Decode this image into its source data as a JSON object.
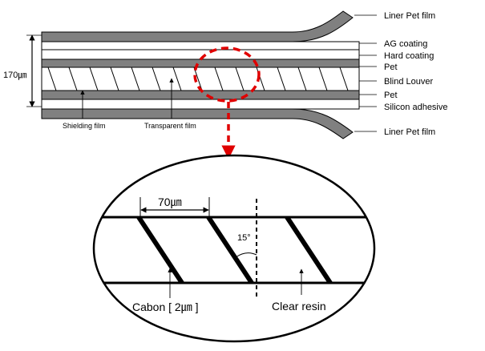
{
  "layers": {
    "liner_top": "Liner Pet film",
    "ag_coating": "AG coating",
    "hard_coating": "Hard coating",
    "pet_top": "Pet",
    "blind_louver": "Blind Louver",
    "pet_bottom": "Pet",
    "silicon_adhesive": "Silicon adhesive",
    "liner_bottom": "Liner Pet film"
  },
  "thickness_label": "170㎛",
  "louver_labels": {
    "shielding": "Shielding film",
    "transparent": "Transparent film"
  },
  "detail": {
    "pitch": "70㎛",
    "angle": "15°",
    "carbon": "Cabon [ 2㎛ ]",
    "resin": "Clear resin"
  },
  "colors": {
    "film_gray": "#808080",
    "highlight_red": "#ff0000",
    "line_black": "#000000"
  }
}
